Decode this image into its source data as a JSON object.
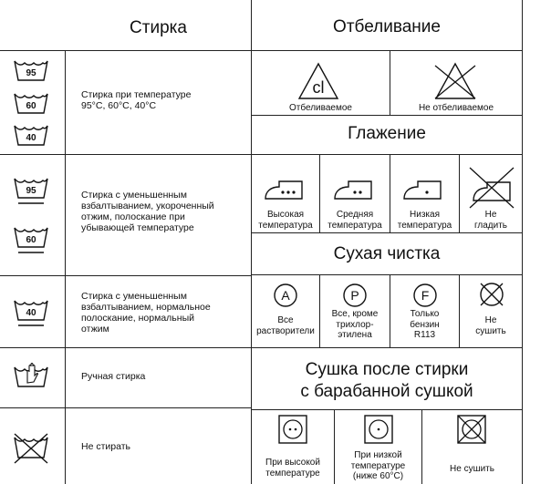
{
  "headers": {
    "washing": "Стирка",
    "bleaching": "Отбеливание",
    "ironing": "Глажение",
    "dry_cleaning": "Сухая чистка",
    "tumble_dry_line1": "Сушка после стирки",
    "tumble_dry_line2": "с барабанной сушкой"
  },
  "washing": {
    "row1_desc": [
      "Стирка при температуре",
      "95°C, 60°C, 40°C"
    ],
    "row1_temps": [
      "95",
      "60",
      "40"
    ],
    "row2_desc": [
      "Стирка с уменьшенным",
      "взбалтыванием, укороченный",
      "отжим, полоскание при",
      "убывающей температуре"
    ],
    "row2_temps": [
      "95",
      "60"
    ],
    "row3_desc": [
      "Стирка с уменьшенным",
      "взбалтыванием, нормальное",
      "полоскание, нормальный",
      "отжим"
    ],
    "row3_temp": "40",
    "row4_desc": "Ручная стирка",
    "row5_desc": "Не стирать"
  },
  "bleaching": {
    "bleach_icon_text": "cl",
    "bleach_label": "Отбеливаемое",
    "no_bleach_label": "Не отбеливаемое"
  },
  "ironing": [
    {
      "line1": "Высокая",
      "line2": "температура"
    },
    {
      "line1": "Средняя",
      "line2": "температура"
    },
    {
      "line1": "Низкая",
      "line2": "температура"
    },
    {
      "line1": "Не",
      "line2": "гладить"
    }
  ],
  "dry_cleaning": [
    {
      "letter": "A",
      "lines": [
        "Все",
        "растворители"
      ]
    },
    {
      "letter": "P",
      "lines": [
        "Все, кроме",
        "трихлор-",
        "этилена"
      ]
    },
    {
      "letter": "F",
      "lines": [
        "Только",
        "бензин",
        "R113"
      ]
    },
    {
      "letter": "",
      "lines": [
        "Не",
        "сушить"
      ]
    }
  ],
  "tumble_dry": [
    {
      "lines": [
        "При высокой",
        "температуре"
      ]
    },
    {
      "lines": [
        "При низкой",
        "температуре",
        "(ниже 60°C)"
      ]
    },
    {
      "lines": [
        "Не сушить"
      ]
    }
  ]
}
